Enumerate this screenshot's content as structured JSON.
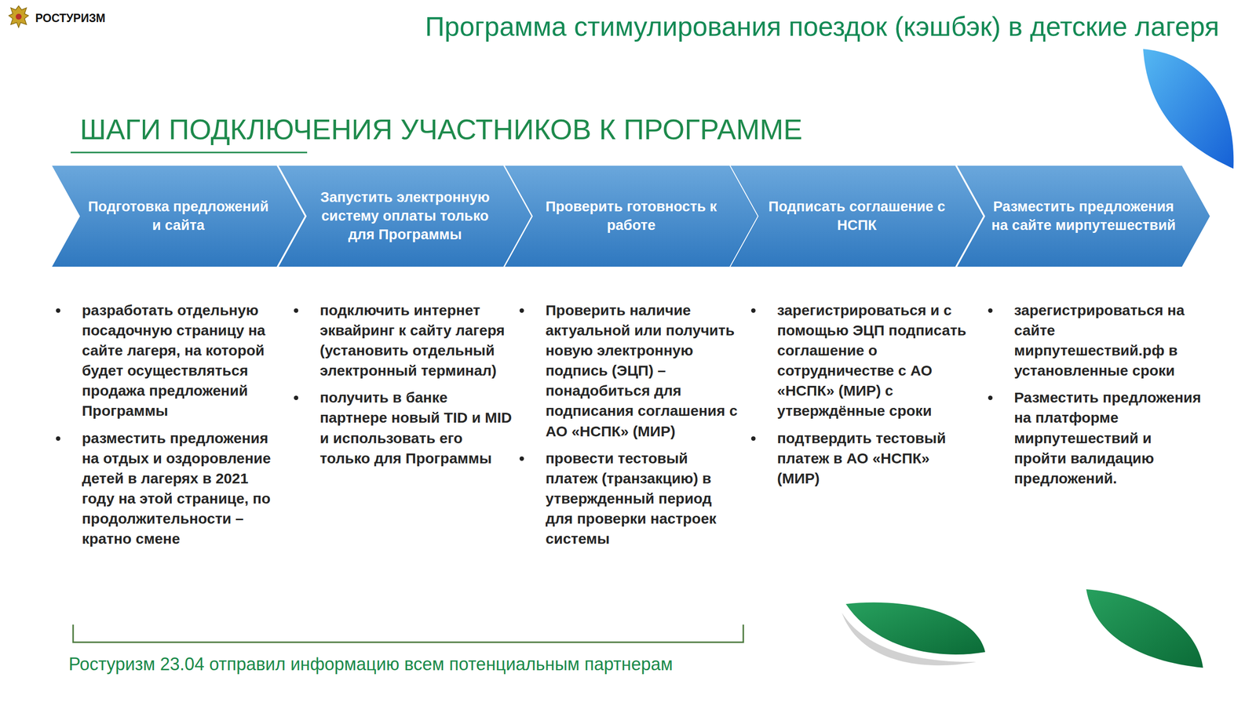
{
  "diagram": {
    "title": "Программа стимулирования поездок (кэшбэк) в детские лагеря",
    "nodes": [
      {
        "text": [
          "Подготовка предложений и сайта"
        ]
      },
      {
        "text": [
          "Запустить электронную систему оплаты только для Программы"
        ]
      },
      {
        "text": [
          "Проверить готовность к работе"
        ]
      },
      {
        "text": [
          "Подписать соглашение с НСПК"
        ]
      },
      {
        "text": [
          "Разместить предложения на сайте мирпутешествий"
        ]
      }
    ],
    "labels": [
      "РОСТУРИЗМ",
      "ШАГИ ПОДКЛЮЧЕНИЯ УЧАСТНИКОВ К ПРОГРАММЕ",
      "разработать отдельную посадочную страницу на сайте лагеря, на которой будет осуществляться продажа предложений Программы",
      "разместить предложения на отдых и оздоровление детей в лагерях в 2021 году на этой странице, по продолжительности – кратно смене",
      "подключить интернет эквайринг к сайту лагеря (установить отдельный электронный терминал)",
      "получить в банке партнере новый TID и MID и использовать его только для Программы",
      "Проверить наличие актуальной или получить новую электронную подпись (ЭЦП) – понадобиться для подписания соглашения с АО «НСПК» (МИР)",
      "провести тестовый платеж (транзакцию) в утвержденный период для проверки настроек системы",
      "зарегистрироваться и с помощью ЭЦП подписать соглашение о сотрудничестве с АО «НСПК» (МИР) с утверждённые сроки",
      "подтвердить тестовый платеж в АО «НСПК» (МИР)",
      "зарегистрироваться на сайте мирпутешествий.рф в установленные сроки",
      "Разместить предложения на платформе мирпутешествий и пройти валидацию предложений.",
      "Ростуризм 23.04 отправил информацию всем потенциальным партнерам"
    ]
  }
}
